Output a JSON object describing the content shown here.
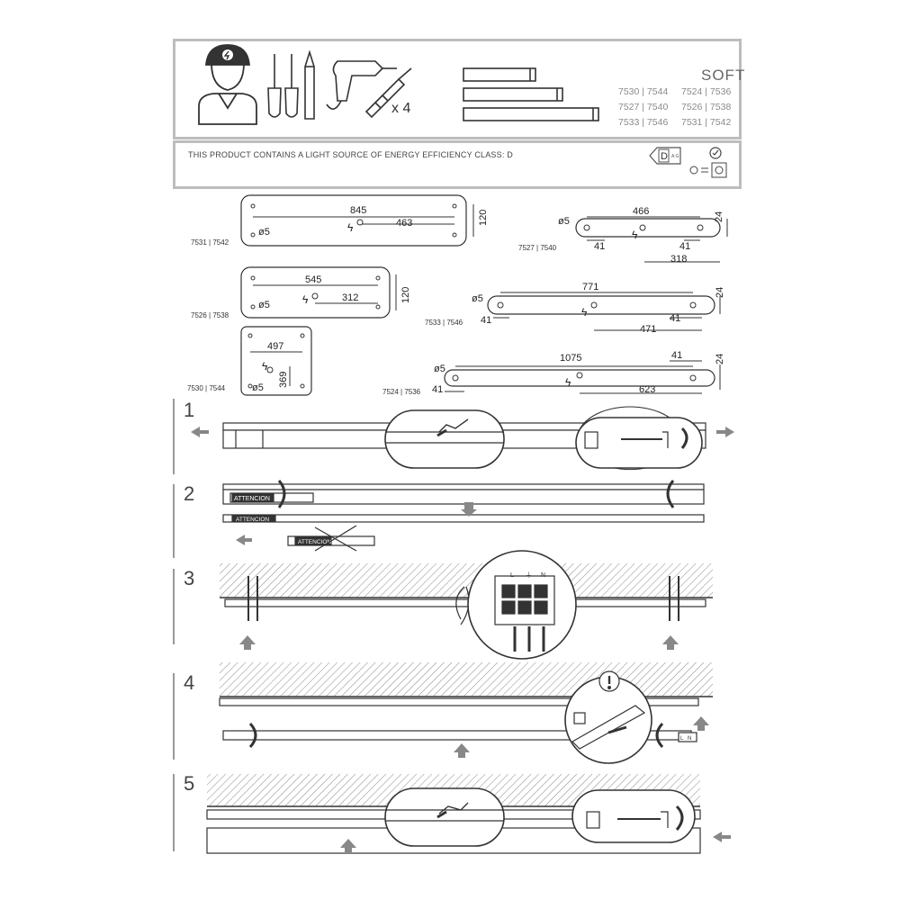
{
  "header": {
    "model": "SOFT",
    "codes": [
      [
        "7530 | 7544",
        "7524 | 7536"
      ],
      [
        "7527 | 7540",
        "7526 | 7538"
      ],
      [
        "7533 | 7546",
        "7531 | 7542"
      ]
    ],
    "screw_qty": "x 4",
    "tools": [
      "installer-icon",
      "screwdriver-flat-icon",
      "screwdriver-phillips-icon",
      "pencil-icon",
      "drill-icon",
      "wall-plug-icon"
    ]
  },
  "energy": {
    "notice": "THIS PRODUCT CONTAINS A LIGHT SOURCE OF ENERGY EFFICIENCY CLASS: D",
    "class": "D",
    "scale": "A G"
  },
  "drilling_templates": [
    {
      "models": "7531 | 7542",
      "holes_distance": "845",
      "cable_offset": "463",
      "depth": "120",
      "hole_dia": "ø5"
    },
    {
      "models": "7526 | 7538",
      "holes_distance": "545",
      "cable_offset": "312",
      "depth": "120",
      "hole_dia": "ø5"
    },
    {
      "models": "7530 | 7544",
      "holes_distance": "497",
      "cable_offset": "369",
      "hole_dia": "ø5"
    },
    {
      "models": "7527 | 7540",
      "holes_distance": "466",
      "end_left": "41",
      "end_right": "41",
      "cable_offset": "318",
      "depth": "24",
      "hole_dia": "ø5"
    },
    {
      "models": "7533 | 7546",
      "holes_distance": "771",
      "end_left": "41",
      "end_right": "41",
      "cable_offset": "471",
      "depth": "24",
      "hole_dia": "ø5"
    },
    {
      "models": "7524 | 7536",
      "holes_distance": "1075",
      "end_left": "41",
      "end_right": "41",
      "cable_offset": "623",
      "depth": "24",
      "hole_dia": "ø5"
    }
  ],
  "steps": [
    {
      "number": "1"
    },
    {
      "number": "2",
      "tube_label": "ATTENCION"
    },
    {
      "number": "3",
      "terminal_labels": [
        "L",
        "⏚",
        "N"
      ]
    },
    {
      "number": "4",
      "terminal_labels": [
        "L",
        "N"
      ]
    },
    {
      "number": "5"
    }
  ]
}
